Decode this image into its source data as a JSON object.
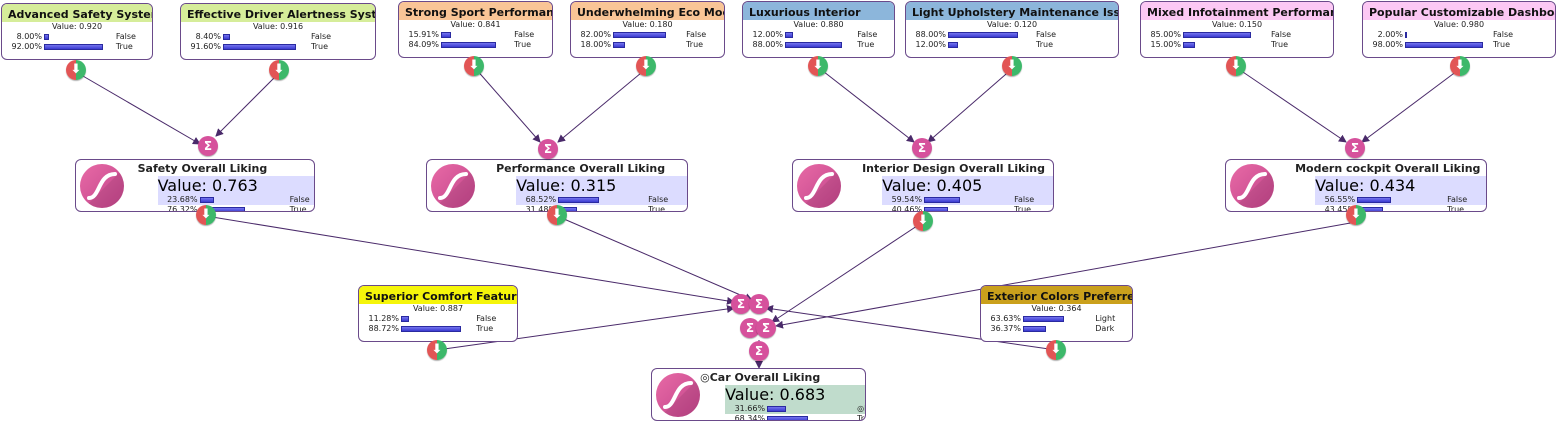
{
  "colors": {
    "green": "#d6ed9a",
    "orange": "#f9c596",
    "blue": "#8cb6db",
    "pink": "#fcc8f4",
    "yellow": "#f5f50a",
    "gold": "#caa01c",
    "latent_body": "#dcdcff",
    "target_body": "#c0dccc",
    "sigma": "#d6519c",
    "wire": "#4a2a6a"
  },
  "value_prefix": "Value:",
  "sigma_symbol": "Σ",
  "evidence_icon": "arrow-down-icon",
  "evidence": [
    {
      "id": "e1",
      "title": "Advanced Safety Systems",
      "value": "0.920",
      "rows": [
        {
          "pct": "8.00%",
          "frac": 0.08,
          "state": "False"
        },
        {
          "pct": "92.00%",
          "frac": 0.92,
          "state": "True"
        }
      ]
    },
    {
      "id": "e2",
      "title": "Effective Driver Alertness System",
      "value": "0.916",
      "rows": [
        {
          "pct": "8.40%",
          "frac": 0.084,
          "state": "False"
        },
        {
          "pct": "91.60%",
          "frac": 0.916,
          "state": "True"
        }
      ]
    },
    {
      "id": "e3",
      "title": "Strong Sport Performance",
      "value": "0.841",
      "rows": [
        {
          "pct": "15.91%",
          "frac": 0.1591,
          "state": "False"
        },
        {
          "pct": "84.09%",
          "frac": 0.8409,
          "state": "True"
        }
      ]
    },
    {
      "id": "e4",
      "title": "Underwhelming Eco Mode",
      "value": "0.180",
      "rows": [
        {
          "pct": "82.00%",
          "frac": 0.82,
          "state": "False"
        },
        {
          "pct": "18.00%",
          "frac": 0.18,
          "state": "True"
        }
      ]
    },
    {
      "id": "e5",
      "title": "Luxurious Interior",
      "value": "0.880",
      "rows": [
        {
          "pct": "12.00%",
          "frac": 0.12,
          "state": "False"
        },
        {
          "pct": "88.00%",
          "frac": 0.88,
          "state": "True"
        }
      ]
    },
    {
      "id": "e6",
      "title": "Light Upholstery Maintenance Issues",
      "value": "0.120",
      "rows": [
        {
          "pct": "88.00%",
          "frac": 0.88,
          "state": "False"
        },
        {
          "pct": "12.00%",
          "frac": 0.12,
          "state": "True"
        }
      ]
    },
    {
      "id": "e7",
      "title": "Mixed Infotainment Performance",
      "value": "0.150",
      "rows": [
        {
          "pct": "85.00%",
          "frac": 0.85,
          "state": "False"
        },
        {
          "pct": "15.00%",
          "frac": 0.15,
          "state": "True"
        }
      ]
    },
    {
      "id": "e8",
      "title": "Popular Customizable Dashboard",
      "value": "0.980",
      "rows": [
        {
          "pct": "2.00%",
          "frac": 0.02,
          "state": "False"
        },
        {
          "pct": "98.00%",
          "frac": 0.98,
          "state": "True"
        }
      ]
    },
    {
      "id": "e9",
      "title": "Superior Comfort Features",
      "value": "0.887",
      "rows": [
        {
          "pct": "11.28%",
          "frac": 0.1128,
          "state": "False"
        },
        {
          "pct": "88.72%",
          "frac": 0.8872,
          "state": "True"
        }
      ]
    },
    {
      "id": "e10",
      "title": "Exterior Colors Preferred",
      "value": "0.364",
      "rows": [
        {
          "pct": "63.63%",
          "frac": 0.6363,
          "state": "Light"
        },
        {
          "pct": "36.37%",
          "frac": 0.3637,
          "state": "Dark"
        }
      ]
    }
  ],
  "latent": [
    {
      "id": "l1",
      "title": "Safety Overall Liking",
      "value": "0.763",
      "rows": [
        {
          "pct": "23.68%",
          "frac": 0.2368,
          "state": "False"
        },
        {
          "pct": "76.32%",
          "frac": 0.7632,
          "state": "True"
        }
      ]
    },
    {
      "id": "l2",
      "title": "Performance Overall Liking",
      "value": "0.315",
      "rows": [
        {
          "pct": "68.52%",
          "frac": 0.6852,
          "state": "False"
        },
        {
          "pct": "31.48%",
          "frac": 0.3148,
          "state": "True"
        }
      ]
    },
    {
      "id": "l3",
      "title": "Interior Design Overall Liking",
      "value": "0.405",
      "rows": [
        {
          "pct": "59.54%",
          "frac": 0.5954,
          "state": "False"
        },
        {
          "pct": "40.46%",
          "frac": 0.4046,
          "state": "True"
        }
      ]
    },
    {
      "id": "l4",
      "title": "Modern cockpit Overall Liking",
      "value": "0.434",
      "rows": [
        {
          "pct": "56.55%",
          "frac": 0.5655,
          "state": "False"
        },
        {
          "pct": "43.45%",
          "frac": 0.4345,
          "state": "True"
        }
      ]
    },
    {
      "id": "l5",
      "title": "Car Overall Liking",
      "target_icon": "◎",
      "value": "0.683",
      "rows": [
        {
          "pct": "31.66%",
          "frac": 0.3166,
          "state": "False",
          "state_icon": "◎"
        },
        {
          "pct": "68.34%",
          "frac": 0.6834,
          "state": "True"
        }
      ]
    }
  ]
}
